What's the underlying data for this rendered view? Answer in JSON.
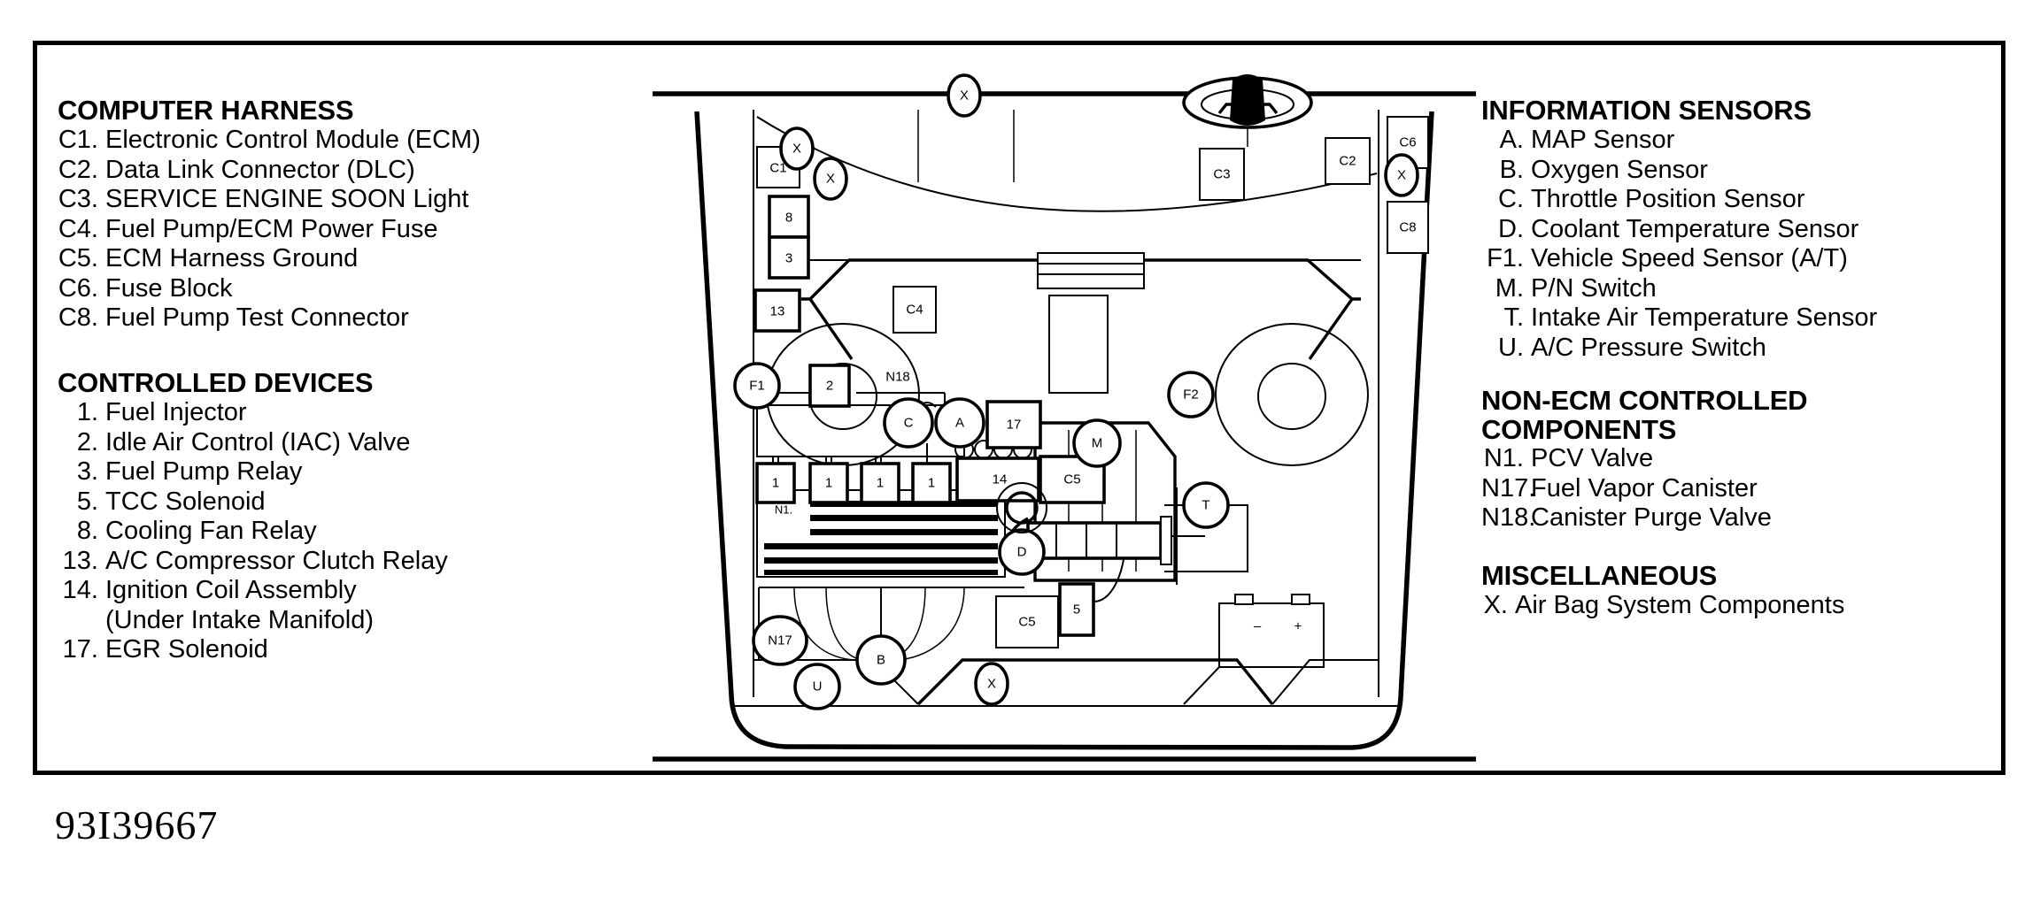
{
  "caption": "93I39667",
  "sections": {
    "computer_harness": {
      "title": "COMPUTER HARNESS",
      "items": [
        {
          "key": "C1.",
          "label": "Electronic Control Module (ECM)"
        },
        {
          "key": "C2.",
          "label": "Data Link Connector (DLC)"
        },
        {
          "key": "C3.",
          "label": "SERVICE ENGINE SOON Light"
        },
        {
          "key": "C4.",
          "label": "Fuel Pump/ECM Power Fuse"
        },
        {
          "key": "C5.",
          "label": "ECM Harness Ground"
        },
        {
          "key": "C6.",
          "label": "Fuse Block"
        },
        {
          "key": "C8.",
          "label": "Fuel Pump Test Connector"
        }
      ]
    },
    "controlled_devices": {
      "title": "CONTROLLED DEVICES",
      "items": [
        {
          "key": "1.",
          "label": "Fuel Injector"
        },
        {
          "key": "2.",
          "label": "Idle Air Control (IAC) Valve"
        },
        {
          "key": "3.",
          "label": "Fuel Pump Relay"
        },
        {
          "key": "5.",
          "label": "TCC Solenoid"
        },
        {
          "key": "8.",
          "label": "Cooling Fan Relay"
        },
        {
          "key": "13.",
          "label": "A/C Compressor Clutch Relay"
        },
        {
          "key": "14.",
          "label": "Ignition Coil Assembly",
          "cont": "(Under Intake Manifold)"
        },
        {
          "key": "17.",
          "label": "EGR Solenoid"
        }
      ]
    },
    "information_sensors": {
      "title": "INFORMATION SENSORS",
      "items": [
        {
          "key": "A.",
          "label": "MAP Sensor"
        },
        {
          "key": "B.",
          "label": "Oxygen Sensor"
        },
        {
          "key": "C.",
          "label": "Throttle Position Sensor"
        },
        {
          "key": "D.",
          "label": "Coolant Temperature Sensor"
        },
        {
          "key": "F1.",
          "label": "Vehicle Speed Sensor (A/T)"
        },
        {
          "key": "M.",
          "label": "P/N Switch"
        },
        {
          "key": "T.",
          "label": "Intake Air Temperature Sensor"
        },
        {
          "key": "U.",
          "label": "A/C Pressure Switch"
        }
      ]
    },
    "non_ecm": {
      "title_line1": "NON-ECM CONTROLLED",
      "title_line2": "COMPONENTS",
      "items": [
        {
          "key": "N1.",
          "label": "PCV Valve"
        },
        {
          "key": "N17.",
          "label": "Fuel Vapor Canister"
        },
        {
          "key": "N18.",
          "label": "Canister Purge Valve"
        }
      ]
    },
    "miscellaneous": {
      "title": "MISCELLANEOUS",
      "items": [
        {
          "key": "X.",
          "label": "Air Bag System Components"
        }
      ]
    }
  },
  "diagram": {
    "callouts": {
      "c1": "C1",
      "c2": "C2",
      "c3": "C3",
      "c4": "C4",
      "c5_left": "C5",
      "c5_right": "C5",
      "c6": "C6",
      "c8": "C8",
      "relay8": "8",
      "relay3": "3",
      "relay13": "13",
      "iac2": "2",
      "inj1a": "1",
      "inj1b": "1",
      "inj1c": "1",
      "inj1d": "1",
      "coil14": "14",
      "egr17": "17",
      "tcc5": "5",
      "sensor_a": "A",
      "sensor_b": "B",
      "sensor_c": "C",
      "sensor_d": "D",
      "sensor_f1": "F1",
      "sensor_f2": "F2",
      "sensor_m": "M",
      "sensor_t": "T",
      "sensor_u": "U",
      "n17": "N17",
      "n18": "N18",
      "airbag_x1": "X",
      "airbag_x2": "X",
      "airbag_x3": "X",
      "airbag_x4": "X",
      "airbag_x5": "X",
      "airbag_x6": "X",
      "battery_neg": "–",
      "battery_pos": "+"
    }
  }
}
